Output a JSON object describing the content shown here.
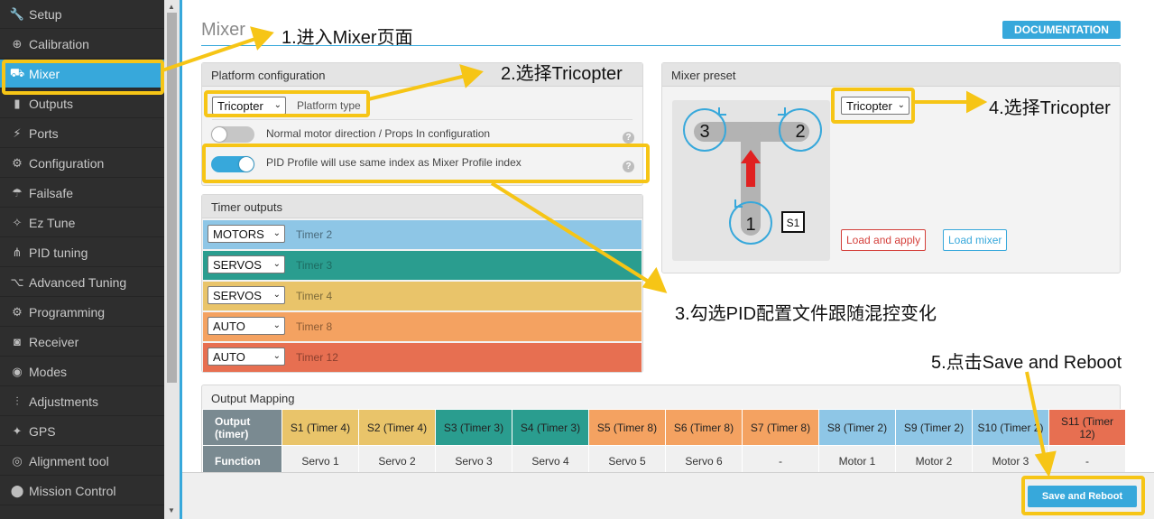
{
  "sidebar": {
    "items": [
      {
        "label": "Setup",
        "icon": "wrench-icon",
        "glyph": "🔧"
      },
      {
        "label": "Calibration",
        "icon": "crosshair-icon",
        "glyph": "⊕"
      },
      {
        "label": "Mixer",
        "icon": "mixer-icon",
        "glyph": "⛟"
      },
      {
        "label": "Outputs",
        "icon": "motor-icon",
        "glyph": "▮"
      },
      {
        "label": "Ports",
        "icon": "plug-icon",
        "glyph": "⚡"
      },
      {
        "label": "Configuration",
        "icon": "gear-icon",
        "glyph": "⚙"
      },
      {
        "label": "Failsafe",
        "icon": "parachute-icon",
        "glyph": "☂"
      },
      {
        "label": "Ez Tune",
        "icon": "wand-icon",
        "glyph": "✧"
      },
      {
        "label": "PID tuning",
        "icon": "sitemap-icon",
        "glyph": "⋔"
      },
      {
        "label": "Advanced Tuning",
        "icon": "branch-icon",
        "glyph": "⌥"
      },
      {
        "label": "Programming",
        "icon": "cog-icon",
        "glyph": "⚙"
      },
      {
        "label": "Receiver",
        "icon": "robot-icon",
        "glyph": "◙"
      },
      {
        "label": "Modes",
        "icon": "toggle-icon",
        "glyph": "◉"
      },
      {
        "label": "Adjustments",
        "icon": "sliders-icon",
        "glyph": "⫶"
      },
      {
        "label": "GPS",
        "icon": "satellite-icon",
        "glyph": "✦"
      },
      {
        "label": "Alignment tool",
        "icon": "compass-icon",
        "glyph": "◎"
      },
      {
        "label": "Mission Control",
        "icon": "map-marker-icon",
        "glyph": "⬤"
      }
    ],
    "active_index": 2
  },
  "main": {
    "title": "Mixer",
    "documentation_label": "DOCUMENTATION",
    "platform": {
      "header": "Platform configuration",
      "platform_value": "Tricopter",
      "platform_label": "Platform type",
      "motor_direction_label": "Normal motor direction / Props In configuration",
      "motor_direction_on": false,
      "pid_profile_label": "PID Profile will use same index as Mixer Profile index",
      "pid_profile_on": true
    },
    "timer_outputs": {
      "header": "Timer outputs",
      "rows": [
        {
          "mode": "MOTORS",
          "timer": "Timer 2",
          "color": "#8ec6e6",
          "text_color": "#4a6a7c"
        },
        {
          "mode": "SERVOS",
          "timer": "Timer 3",
          "color": "#2a9d8f",
          "text_color": "#1d6b61"
        },
        {
          "mode": "SERVOS",
          "timer": "Timer 4",
          "color": "#e9c46a",
          "text_color": "#7c6a3a"
        },
        {
          "mode": "AUTO",
          "timer": "Timer 8",
          "color": "#f4a261",
          "text_color": "#8a5a34"
        },
        {
          "mode": "AUTO",
          "timer": "Timer 12",
          "color": "#e76f51",
          "text_color": "#8a3f2e"
        }
      ]
    },
    "mixer_preset": {
      "header": "Mixer preset",
      "preset_value": "Tricopter",
      "motor_labels": [
        "3",
        "2",
        "1"
      ],
      "servo_label": "S1",
      "load_apply_label": "Load and apply",
      "load_mixer_label": "Load mixer"
    },
    "output_mapping": {
      "header": "Output Mapping",
      "row_header_output": "Output (timer)",
      "row_header_function": "Function",
      "columns": [
        {
          "output": "S1 (Timer 4)",
          "function": "Servo 1",
          "color": "#e9c46a"
        },
        {
          "output": "S2 (Timer 4)",
          "function": "Servo 2",
          "color": "#e9c46a"
        },
        {
          "output": "S3 (Timer 3)",
          "function": "Servo 3",
          "color": "#2a9d8f"
        },
        {
          "output": "S4 (Timer 3)",
          "function": "Servo 4",
          "color": "#2a9d8f"
        },
        {
          "output": "S5 (Timer 8)",
          "function": "Servo 5",
          "color": "#f4a261"
        },
        {
          "output": "S6 (Timer 8)",
          "function": "Servo 6",
          "color": "#f4a261"
        },
        {
          "output": "S7 (Timer 8)",
          "function": "-",
          "color": "#f4a261"
        },
        {
          "output": "S8 (Timer 2)",
          "function": "Motor 1",
          "color": "#8ec6e6"
        },
        {
          "output": "S9 (Timer 2)",
          "function": "Motor 2",
          "color": "#8ec6e6"
        },
        {
          "output": "S10 (Timer 2)",
          "function": "Motor 3",
          "color": "#8ec6e6"
        },
        {
          "output": "S11 (Timer 12)",
          "function": "-",
          "color": "#e76f51"
        }
      ]
    },
    "save_reboot_label": "Save and Reboot"
  },
  "annotations": {
    "step1": "1.进入Mixer页面",
    "step2": "2.选择Tricopter",
    "step3": "3.勾选PID配置文件跟随混控变化",
    "step4": "4.选择Tricopter",
    "step5": "5.点击Save and Reboot",
    "highlight_color": "#f6c516"
  }
}
